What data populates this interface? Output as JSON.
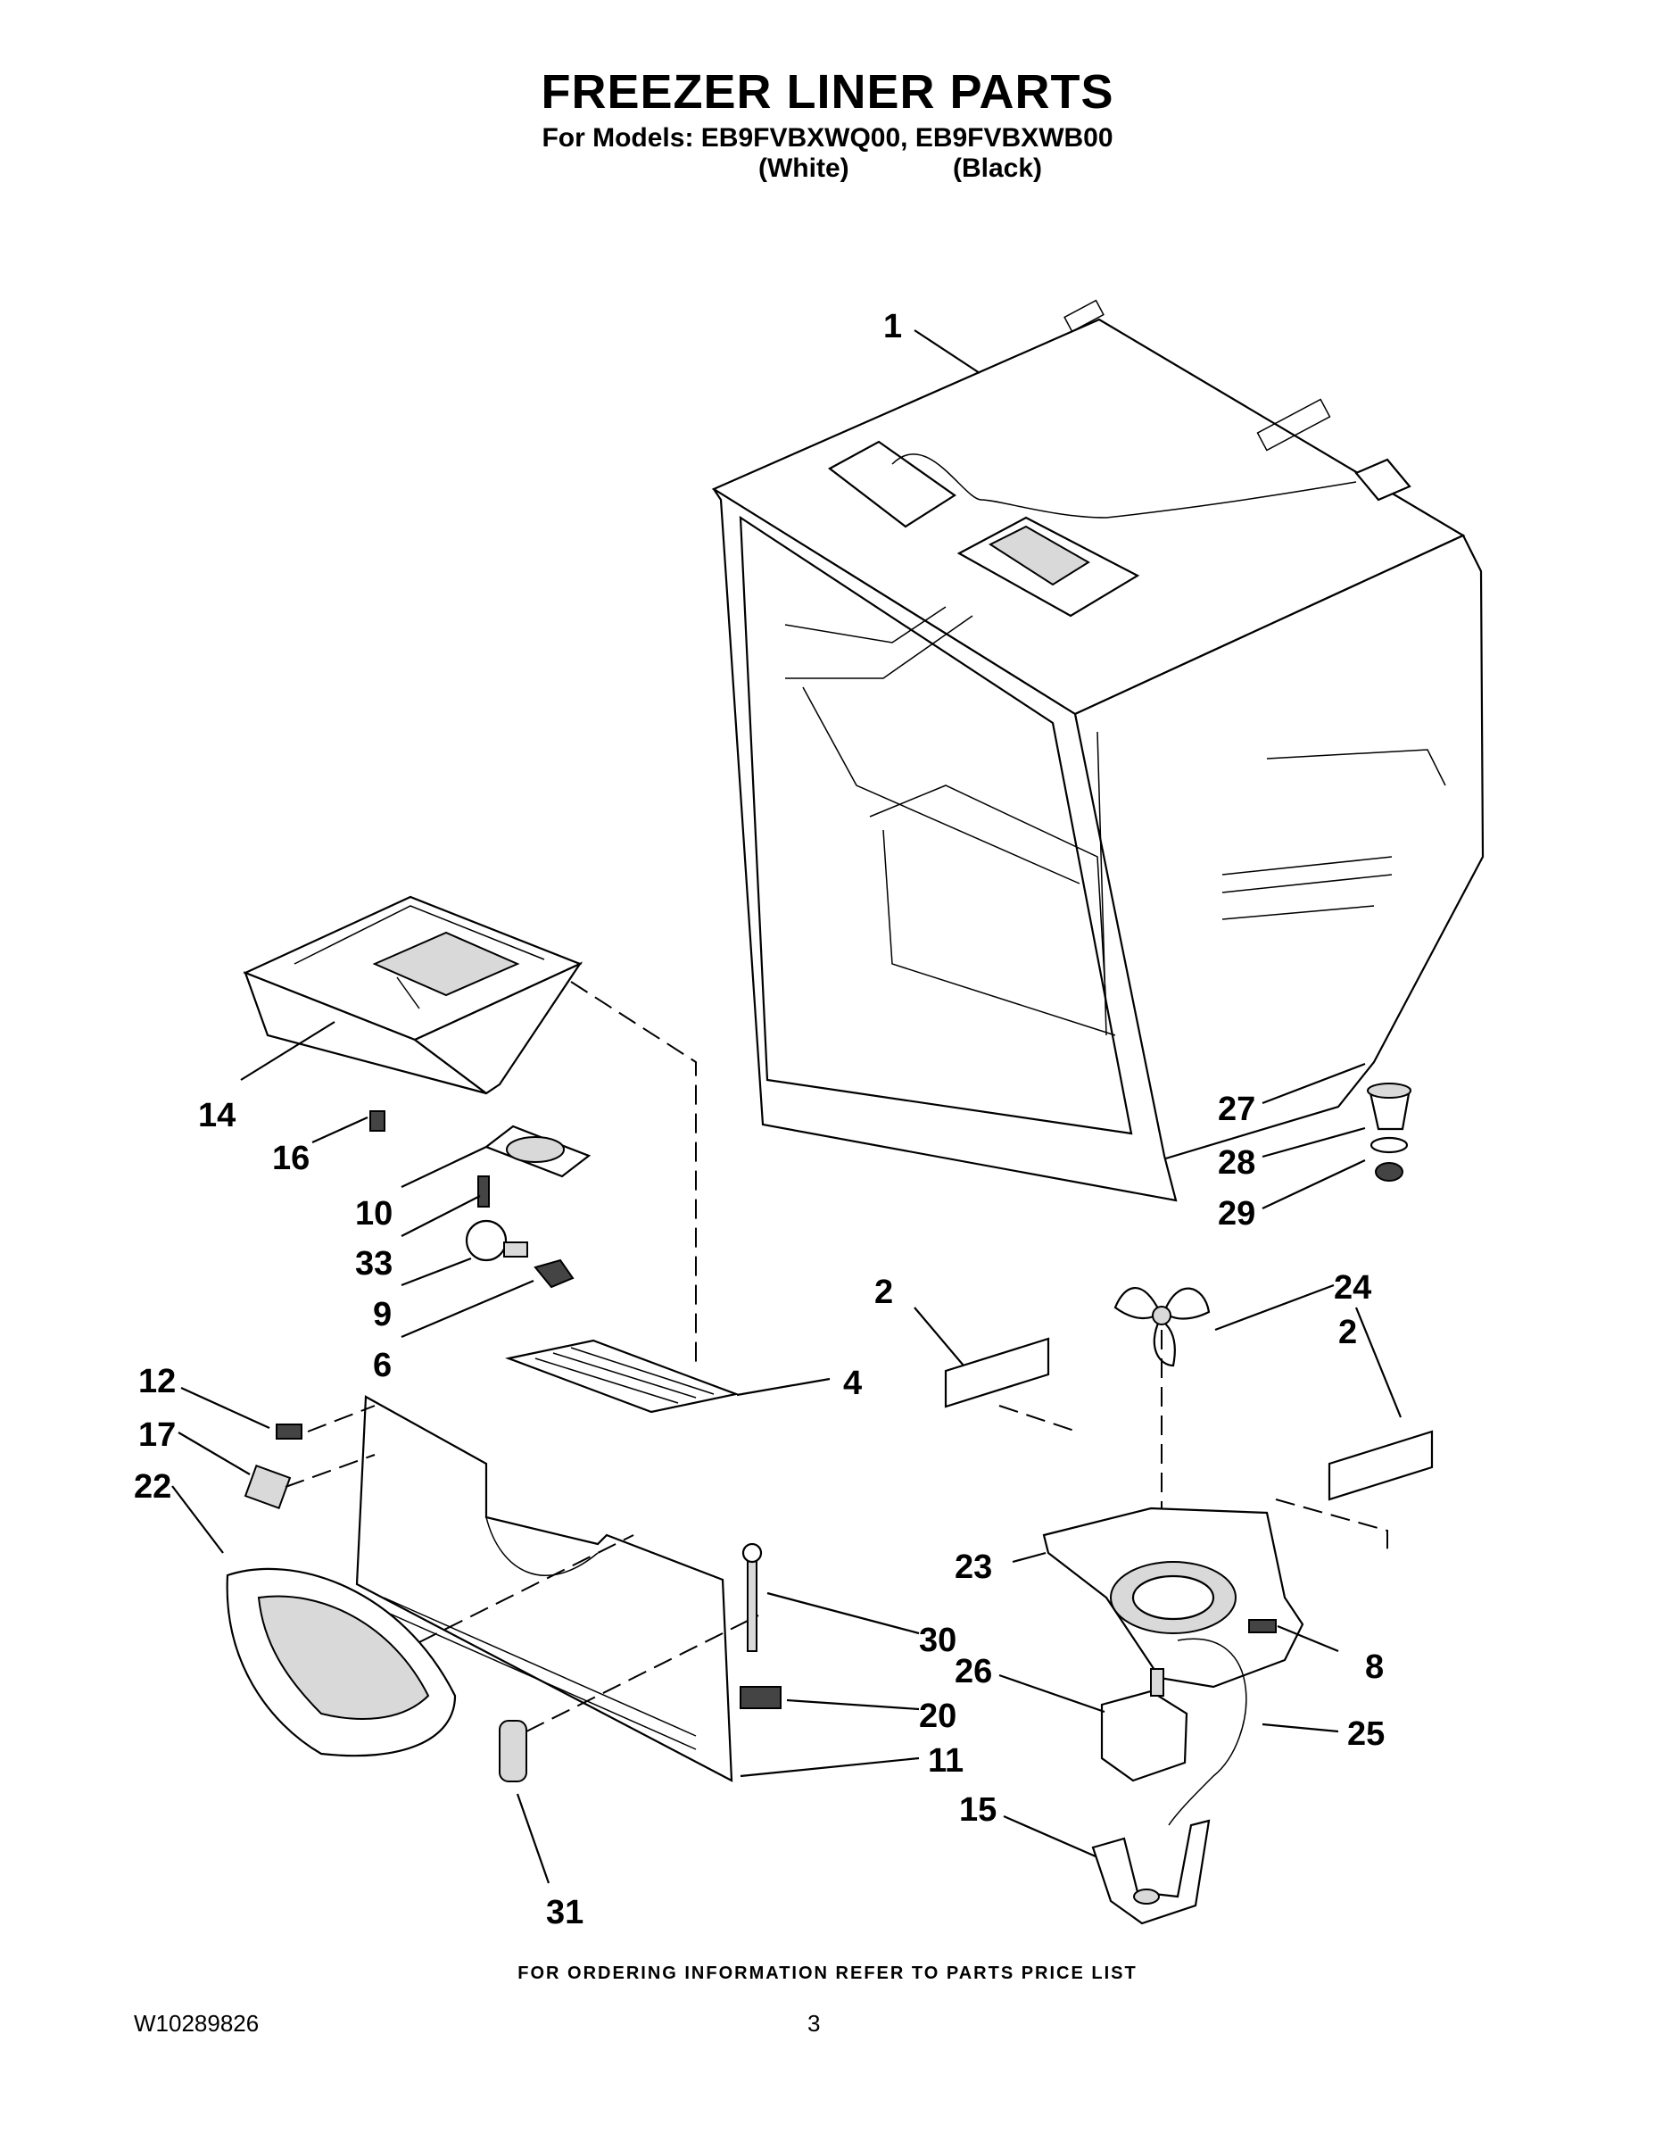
{
  "header": {
    "title": "FREEZER LINER PARTS",
    "subtitle": "For Models: EB9FVBXWQ00, EB9FVBXWB00",
    "variant_white": "(White)",
    "variant_black": "(Black)"
  },
  "callouts": {
    "c1": "1",
    "c14": "14",
    "c16": "16",
    "c10": "10",
    "c33": "33",
    "c9": "9",
    "c6": "6",
    "c4": "4",
    "c12": "12",
    "c17": "17",
    "c22": "22",
    "c11": "11",
    "c20": "20",
    "c30": "30",
    "c31": "31",
    "c27": "27",
    "c28": "28",
    "c29": "29",
    "c2a": "2",
    "c2b": "2",
    "c24": "24",
    "c23": "23",
    "c8": "8",
    "c26": "26",
    "c25": "25",
    "c15": "15"
  },
  "footer": {
    "note": "FOR ORDERING INFORMATION REFER TO PARTS PRICE LIST",
    "doc_number": "W10289826",
    "page_number": "3"
  }
}
